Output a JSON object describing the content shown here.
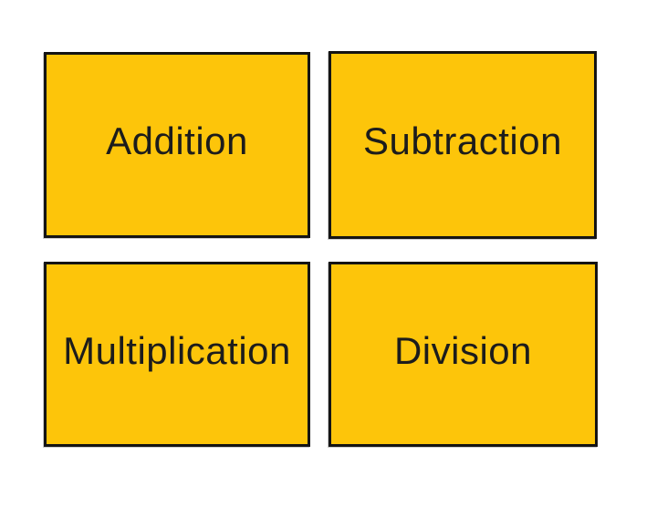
{
  "page": {
    "kind": "flashcard-sheet",
    "background": "#ffffff"
  },
  "colors": {
    "card_fill": "#fdc50a",
    "card_border": "#141414",
    "text": "#1c1c1c"
  },
  "cards": [
    {
      "label": "Addition"
    },
    {
      "label": "Subtraction"
    },
    {
      "label": "Multiplication"
    },
    {
      "label": "Division"
    }
  ]
}
